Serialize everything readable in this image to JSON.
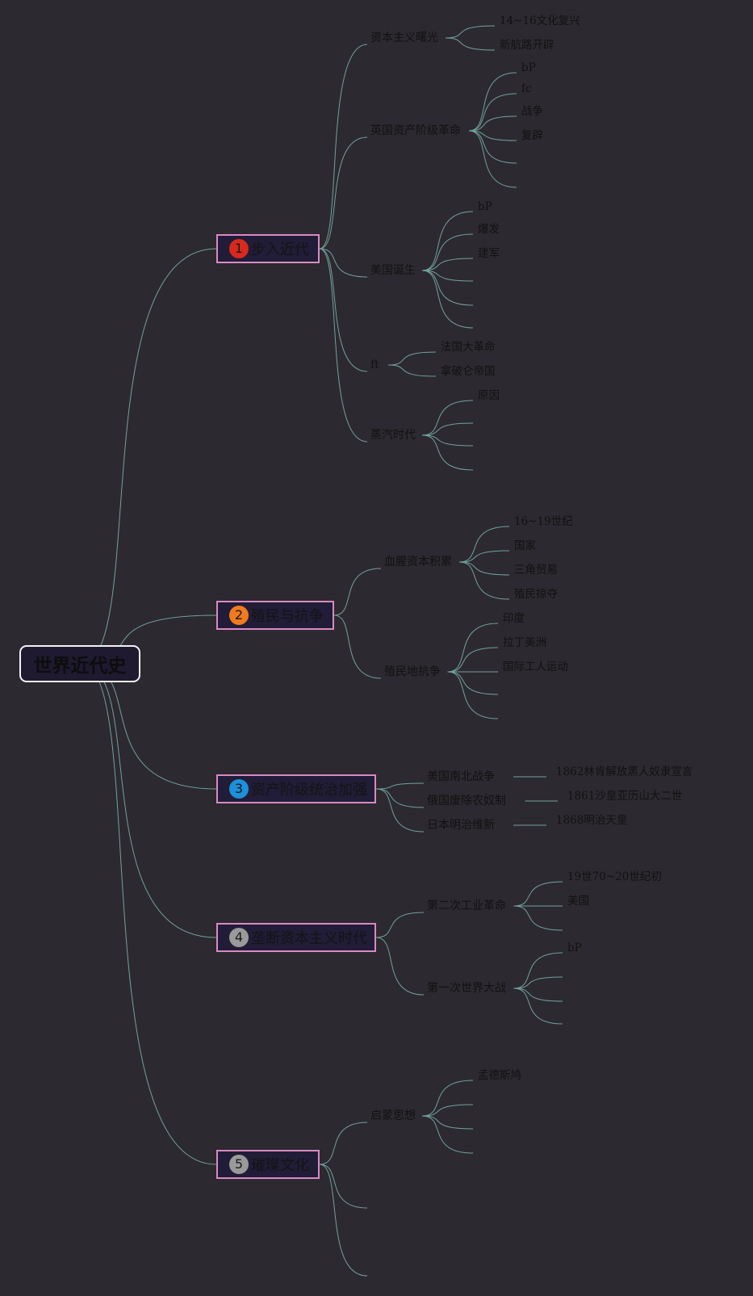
{
  "root": {
    "label": "世界近代史"
  },
  "topics": [
    {
      "number": "1",
      "label": "步入近代",
      "badge_color": "#d9281d",
      "children": [
        {
          "label": "资本主义曙光",
          "leaves": [
            "14~16文化复兴",
            "新航路开辟"
          ]
        },
        {
          "label": "英国资产阶级革命",
          "leaves": [
            "bP",
            "fc",
            "战争",
            "复辟",
            "",
            ""
          ]
        },
        {
          "label": "美国诞生",
          "leaves": [
            "bP",
            "爆发",
            "建军",
            "",
            "",
            ""
          ]
        },
        {
          "label": "ft",
          "leaves": [
            "法国大革命",
            "拿破仑帝国"
          ]
        },
        {
          "label": "蒸汽时代",
          "leaves": [
            "原因",
            "",
            "",
            ""
          ]
        }
      ]
    },
    {
      "number": "2",
      "label": "殖民与抗争",
      "badge_color": "#f07b1d",
      "children": [
        {
          "label": "血腥资本积累",
          "leaves": [
            "16~19世纪",
            "国家",
            "三角贸易",
            "殖民掠夺"
          ]
        },
        {
          "label": "殖民地抗争",
          "leaves": [
            "印度",
            "拉丁美洲",
            "国际工人运动",
            "",
            ""
          ]
        }
      ]
    },
    {
      "number": "3",
      "label": "资产阶级统治加强",
      "badge_color": "#1d8fdb",
      "children": [
        {
          "label": "美国南北战争",
          "leaves": [
            "1862林肯解放黑人奴隶宣言"
          ]
        },
        {
          "label": "俄国废除农奴制",
          "leaves": [
            "1861沙皇亚历山大二世"
          ]
        },
        {
          "label": "日本明治维新",
          "leaves": [
            "1868明治天皇"
          ]
        }
      ]
    },
    {
      "number": "4",
      "label": "垄断资本主义时代",
      "badge_color": "#9a9a9a",
      "children": [
        {
          "label": "第二次工业革命",
          "leaves": [
            "19世70~20世纪初",
            "美国",
            ""
          ]
        },
        {
          "label": "第一次世界大战",
          "leaves": [
            "bP",
            "",
            "",
            ""
          ]
        }
      ]
    },
    {
      "number": "5",
      "label": "璀璨文化",
      "badge_color": "#9a9a9a",
      "children": [
        {
          "label": "启蒙思想",
          "leaves": [
            "孟德斯鸠",
            "",
            "",
            ""
          ]
        },
        {
          "label": "",
          "leaves": []
        },
        {
          "label": "",
          "leaves": []
        }
      ]
    }
  ]
}
